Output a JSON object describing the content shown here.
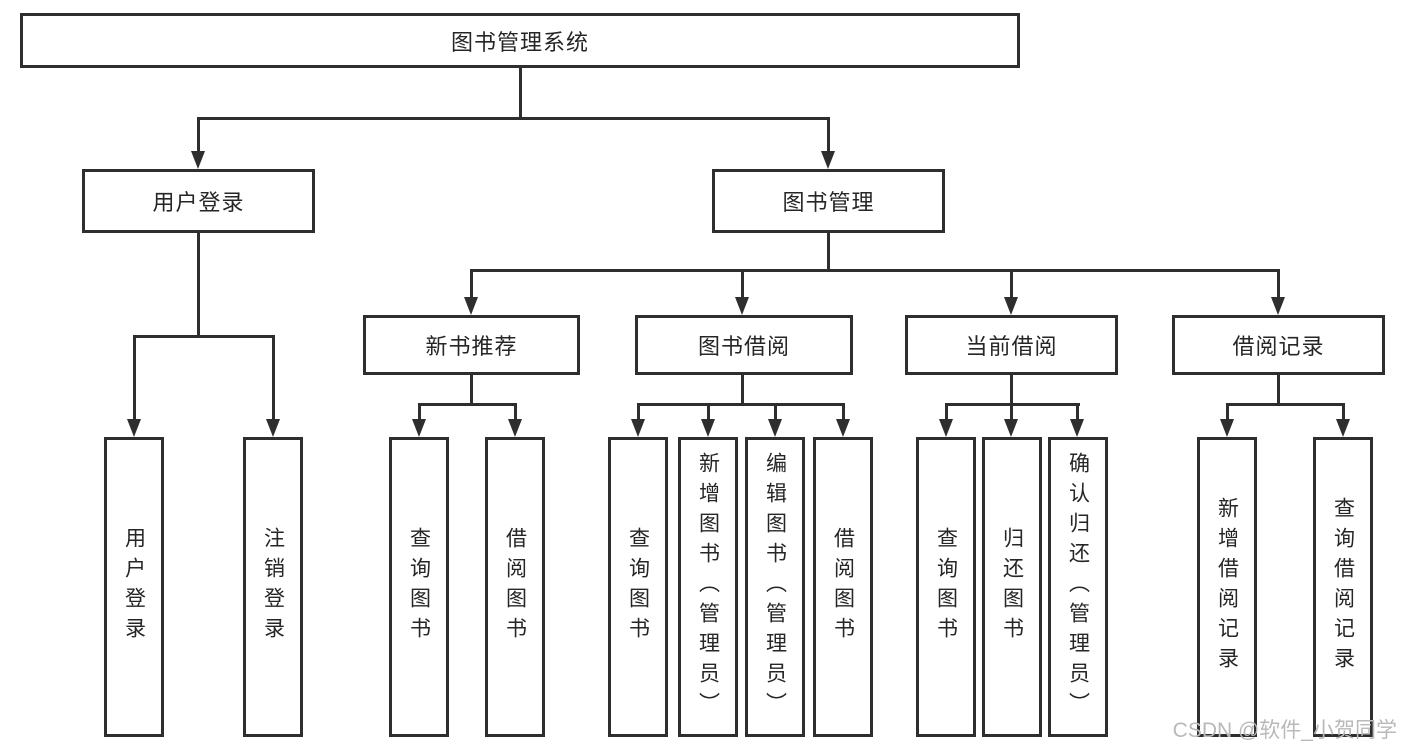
{
  "diagram": {
    "root": {
      "label": "图书管理系统"
    },
    "branches": [
      {
        "label": "用户登录",
        "children": [
          {
            "label": "用户登录"
          },
          {
            "label": "注销登录"
          }
        ]
      },
      {
        "label": "图书管理",
        "children": [
          {
            "label": "新书推荐",
            "children": [
              {
                "label": "查询图书"
              },
              {
                "label": "借阅图书"
              }
            ]
          },
          {
            "label": "图书借阅",
            "children": [
              {
                "label": "查询图书"
              },
              {
                "label": "新增图书（管理员）"
              },
              {
                "label": "编辑图书（管理员）"
              },
              {
                "label": "借阅图书"
              }
            ]
          },
          {
            "label": "当前借阅",
            "children": [
              {
                "label": "查询图书"
              },
              {
                "label": "归还图书"
              },
              {
                "label": "确认归还（管理员）"
              }
            ]
          },
          {
            "label": "借阅记录",
            "children": [
              {
                "label": "新增借阅记录"
              },
              {
                "label": "查询借阅记录"
              }
            ]
          }
        ]
      }
    ]
  },
  "watermark": {
    "text": "CSDN @软件_小贺同学"
  },
  "colors": {
    "line": "#2e2e2e",
    "text": "#262626",
    "watermark": "#b9b9b9",
    "background": "#ffffff"
  }
}
